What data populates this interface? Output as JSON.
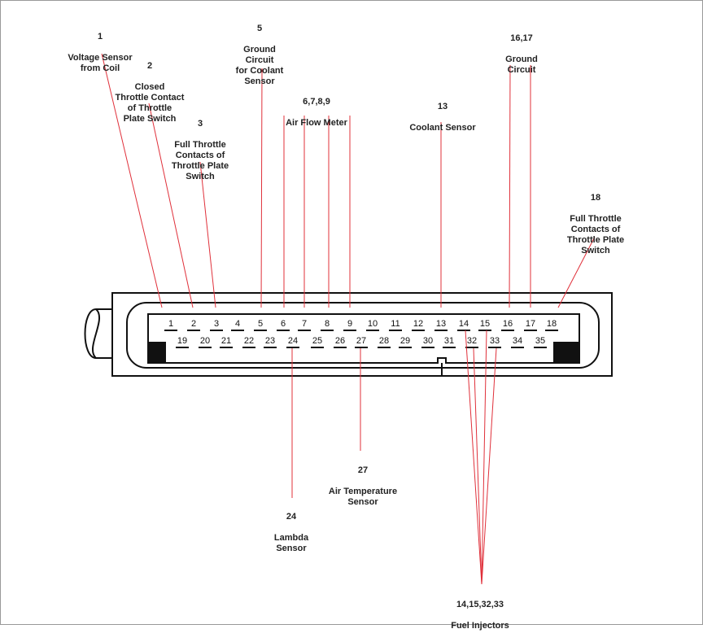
{
  "labels": {
    "l1": {
      "num": "1",
      "text": "Voltage Sensor\nfrom Coil"
    },
    "l2": {
      "num": "2",
      "text": "Closed\nThrottle Contact\nof Throttle\nPlate Switch"
    },
    "l3": {
      "num": "3",
      "text": "Full Throttle\nContacts of\nThrottle Plate\nSwitch"
    },
    "l5": {
      "num": "5",
      "text": "Ground\nCircuit\nfor Coolant\nSensor"
    },
    "l6789": {
      "num": "6,7,8,9",
      "text": "Air Flow Meter"
    },
    "l13": {
      "num": "13",
      "text": "Coolant Sensor"
    },
    "l1617": {
      "num": "16,17",
      "text": "Ground\nCircuit"
    },
    "l18": {
      "num": "18",
      "text": "Full Throttle\nContacts of\nThrottle Plate\nSwitch"
    },
    "l27": {
      "num": "27",
      "text": "Air Temperature\nSensor"
    },
    "l24": {
      "num": "24",
      "text": "Lambda\nSensor"
    },
    "linj": {
      "num": "14,15,32,33",
      "text": "Fuel Injectors"
    }
  },
  "pins": {
    "top": [
      "1",
      "2",
      "3",
      "4",
      "5",
      "6",
      "7",
      "8",
      "9",
      "10",
      "11",
      "12",
      "13",
      "14",
      "15",
      "16",
      "17",
      "18"
    ],
    "bottom": [
      "19",
      "20",
      "21",
      "22",
      "23",
      "24",
      "25",
      "26",
      "27",
      "28",
      "29",
      "30",
      "31",
      "32",
      "33",
      "34",
      "35"
    ]
  },
  "colors": {
    "leader": "#e0303a",
    "outline": "#111111",
    "label": "#222222"
  }
}
